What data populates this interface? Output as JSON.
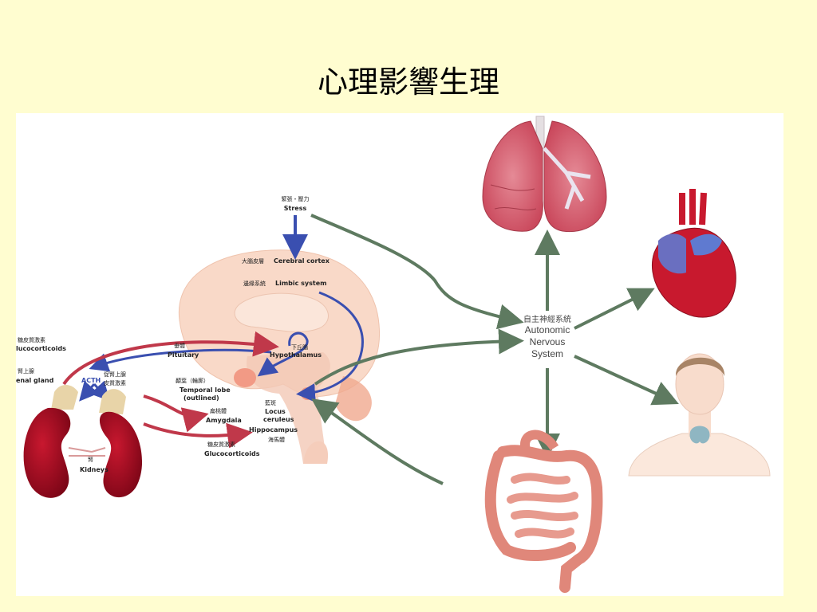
{
  "slide": {
    "title": "心理影響生理"
  },
  "labels": {
    "stress_zh": "緊張・壓力",
    "stress_en": "Stress",
    "cortex_zh": "大腦皮層",
    "cortex_en": "Cerebral cortex",
    "limbic_zh": "邊緣系統",
    "limbic_en": "Limbic system",
    "hypothalamus_zh": "下丘腦",
    "hypothalamus_en": "Hypothalamus",
    "pituitary_zh": "垂體",
    "pituitary_en": "Pituitary",
    "acth": "ACTH",
    "acth_zh_1": "促腎上腺",
    "acth_zh_2": "皮質激素",
    "temporal_zh": "顳葉（輪廓）",
    "temporal_en_1": "Temporal lobe",
    "temporal_en_2": "(outlined)",
    "amygdala_zh": "扁桃體",
    "amygdala_en": "Amygdala",
    "locus_zh": "藍斑",
    "locus_en_1": "Locus",
    "locus_en_2": "ceruleus",
    "hippocampus_en": "Hippocampus",
    "hippocampus_zh": "海馬體",
    "gluco_zh_bottom": "糖皮質激素",
    "gluco_en_bottom": "Glucocorticoids",
    "gluco_zh_left": "糖皮質激素",
    "gluco_en_left": "lucocorticoids",
    "adrenal_zh": "腎上腺",
    "adrenal_en": "enal gland",
    "kidneys_zh": "腎",
    "kidneys_en": "Kidneys",
    "ans_zh": "自主神經系統",
    "ans_en_1": "Autonomic",
    "ans_en_2": "Nervous",
    "ans_en_3": "System"
  },
  "colors": {
    "background": "#fffdd0",
    "panel": "#ffffff",
    "blue_arrow": "#3a4fb0",
    "red_arrow": "#c0384a",
    "green_arrow": "#5e7a60",
    "organ_red": "#b3132b",
    "brain_pink": "#f9d9c8"
  }
}
